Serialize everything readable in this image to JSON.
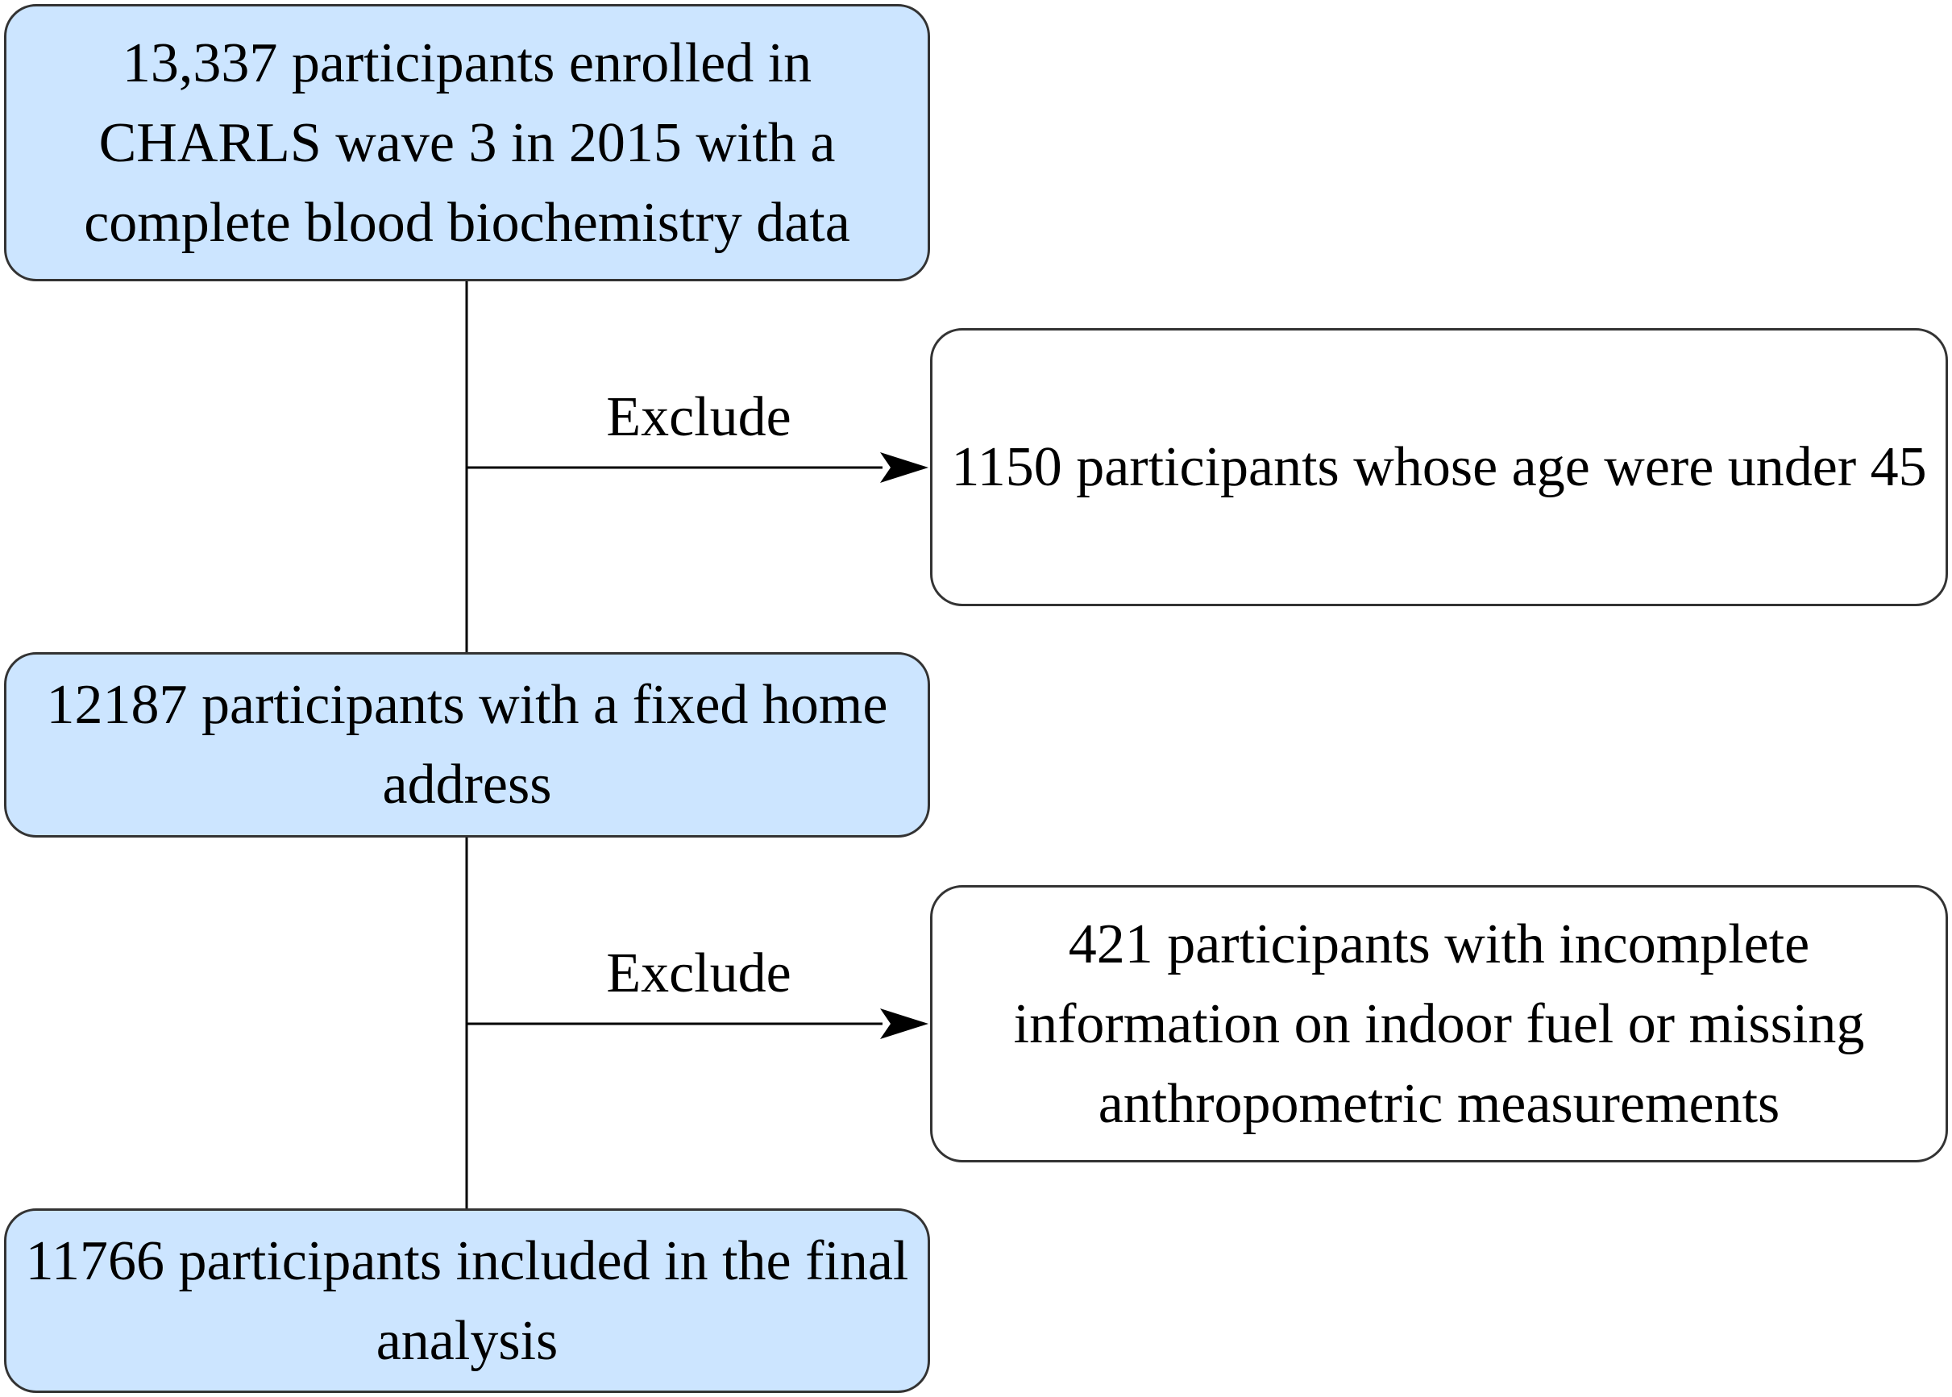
{
  "flowchart": {
    "boxes": {
      "enrolled": "13,337 participants enrolled in CHARLS wave 3 in 2015 with a complete blood biochemistry data",
      "excluded_age": "1150 participants whose age were under 45",
      "fixed_address": "12187 participants with a fixed home address",
      "excluded_incomplete": "421 participants with incomplete information on indoor fuel or missing anthropometric measurements",
      "final": "11766 participants included in the final analysis"
    },
    "labels": {
      "exclude_1": "Exclude",
      "exclude_2": "Exclude"
    },
    "colors": {
      "main_box_fill": "#cce5ff",
      "exclusion_box_fill": "#ffffff",
      "border": "#333333",
      "line": "#000000"
    }
  }
}
